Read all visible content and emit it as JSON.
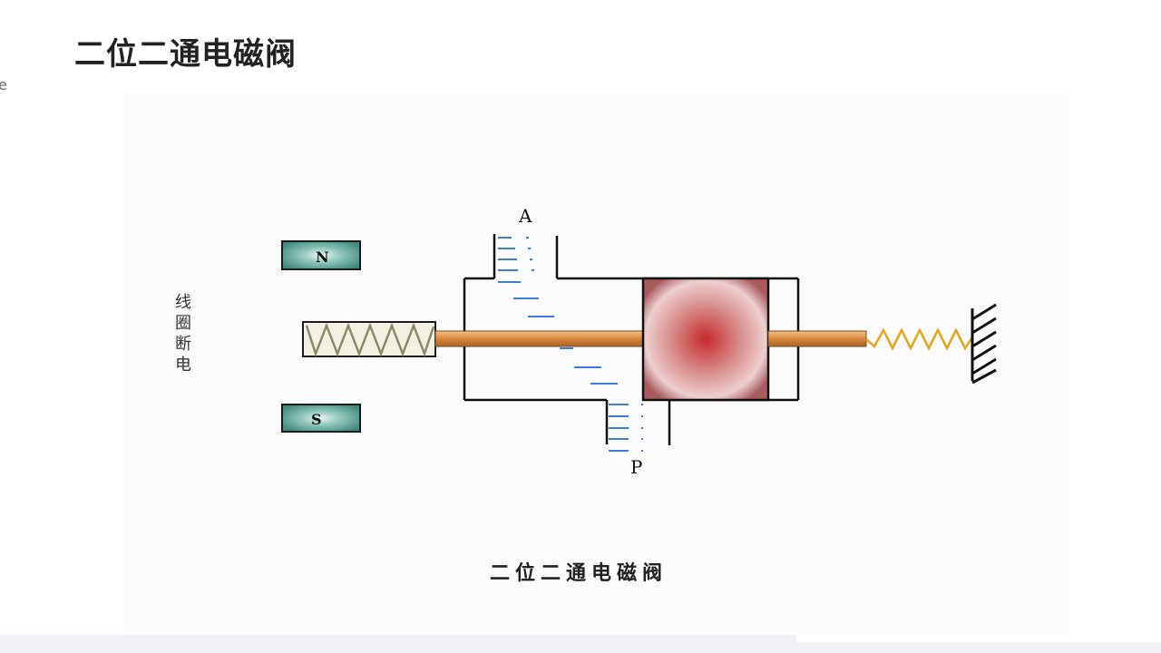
{
  "page": {
    "title": "二位二通电磁阀",
    "edge_mark": "e"
  },
  "diagram": {
    "port_a_label": "A",
    "port_p_label": "P",
    "magnet_north_label": "N",
    "magnet_south_label": "S",
    "coil_state_label": "线圈断电",
    "caption": "二位二通电磁阀",
    "colors": {
      "valve_body": "#111111",
      "fluid_dash": "#3b7ddd",
      "rod": "#d9853b",
      "spring": "#e6a418",
      "magnet": "#5fa79a",
      "coil": "#8a8a6a",
      "piston_center": "#c42b2b"
    }
  }
}
